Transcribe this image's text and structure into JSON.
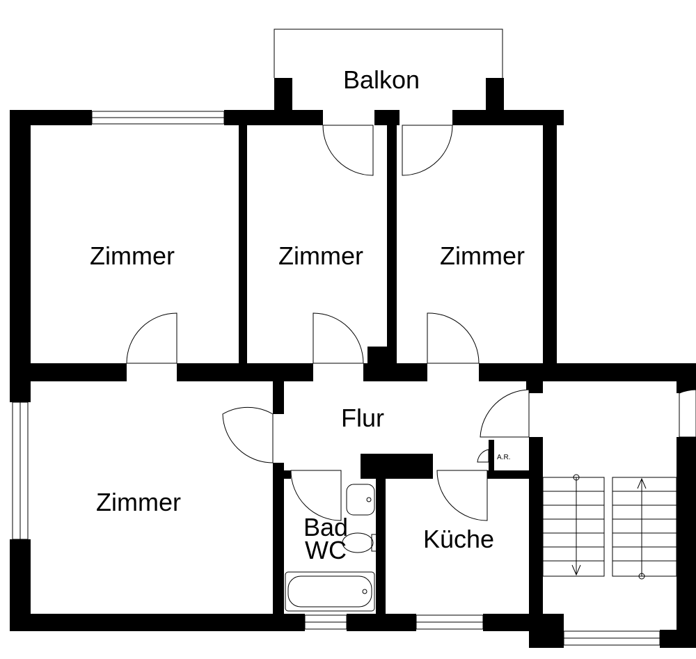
{
  "plan": {
    "rooms": {
      "balkon": "Balkon",
      "zimmer_nw": "Zimmer",
      "zimmer_n_mid": "Zimmer",
      "zimmer_ne": "Zimmer",
      "zimmer_sw": "Zimmer",
      "flur": "Flur",
      "bad": "Bad",
      "wc": "WC",
      "kueche": "Küche"
    },
    "fixtures": {
      "ar": "A.R."
    },
    "colors": {
      "wall": "#000000",
      "background": "#ffffff"
    }
  }
}
